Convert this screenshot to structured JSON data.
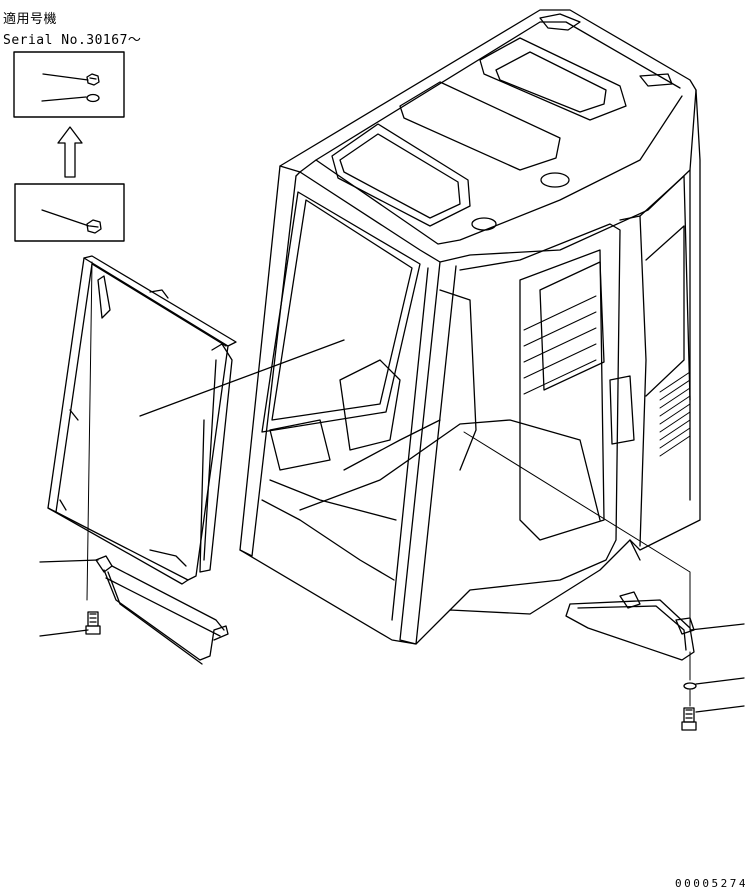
{
  "header": {
    "applicability_label": "適用号機",
    "serial_label": "Serial No.30167〜"
  },
  "drawing_number": "00005274",
  "callout_boxes": [
    {
      "name": "detail-box-nut-washer",
      "parts": [
        "nut",
        "washer"
      ]
    },
    {
      "name": "detail-box-nut",
      "parts": [
        "nut"
      ]
    }
  ],
  "colors": {
    "line": "#000000",
    "background": "#ffffff"
  }
}
